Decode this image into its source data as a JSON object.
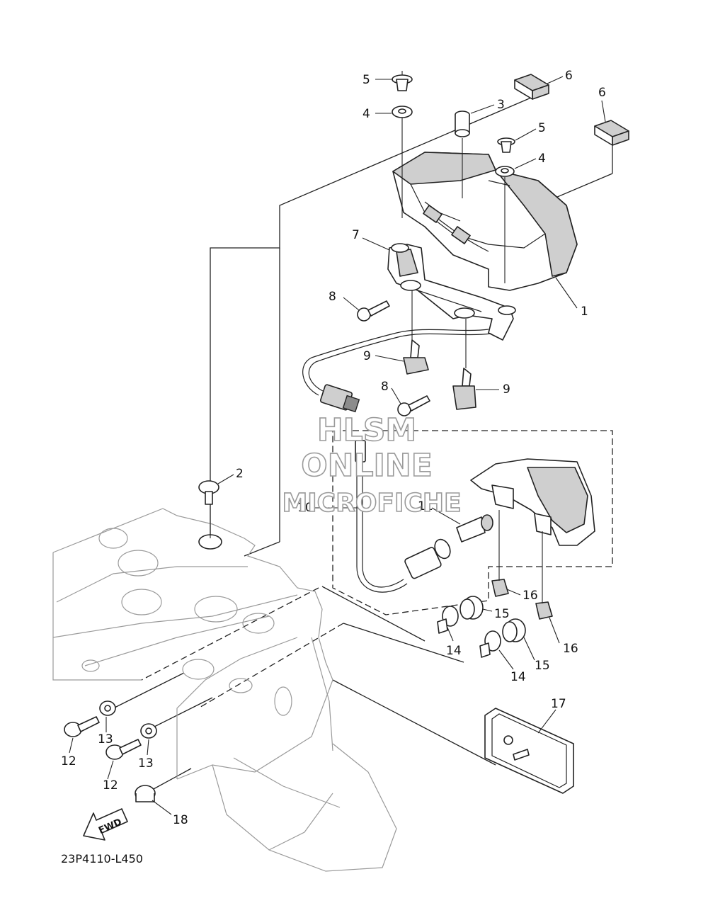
{
  "diagram_code": "23P4110-L450",
  "watermark": {
    "line1": "HLSM",
    "line2": "ONLINE",
    "line3": "MICROFICHE"
  },
  "direction_badge": "FWD",
  "callouts": [
    "1",
    "2",
    "3",
    "4",
    "4",
    "5",
    "5",
    "6",
    "6",
    "7",
    "8",
    "8",
    "9",
    "9",
    "10",
    "11",
    "12",
    "12",
    "13",
    "13",
    "14",
    "14",
    "15",
    "15",
    "16",
    "16",
    "17",
    "18"
  ]
}
